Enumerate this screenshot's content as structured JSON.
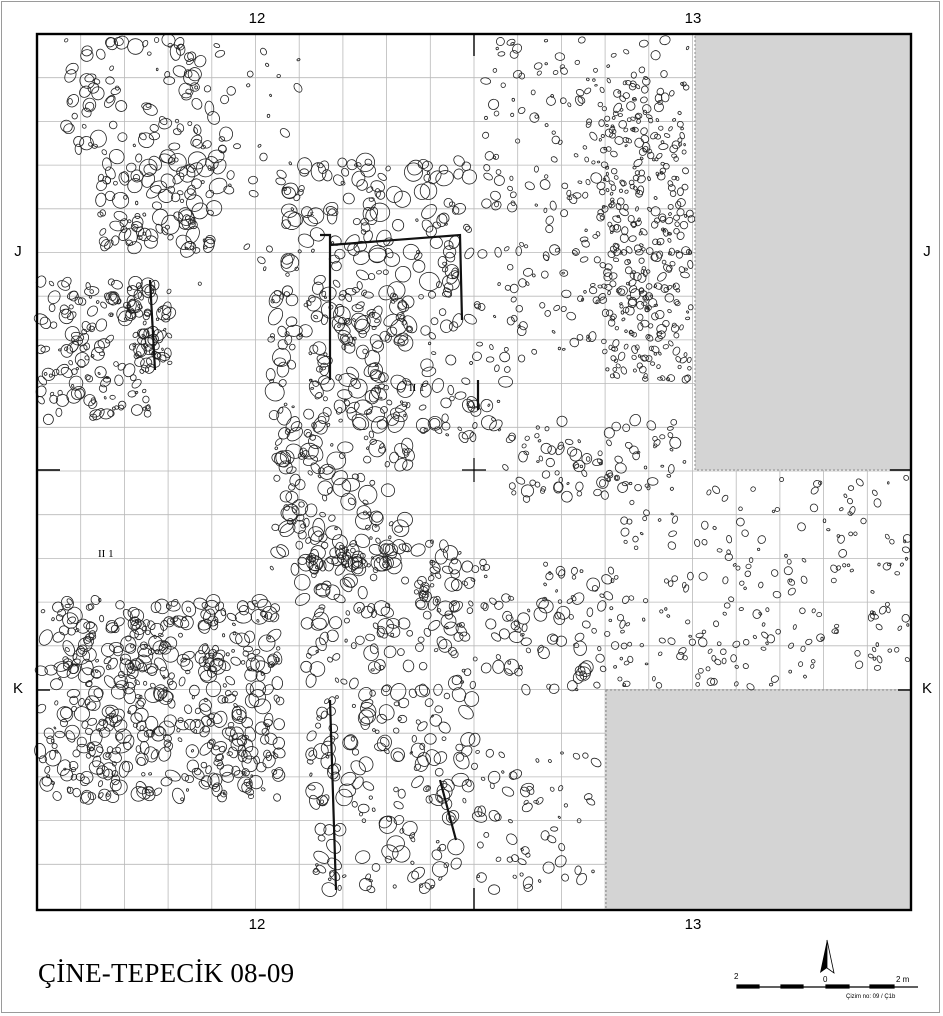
{
  "grid_refs": {
    "columns_top": [
      "12",
      "13"
    ],
    "columns_bottom": [
      "12",
      "13"
    ],
    "rows_left": [
      "J",
      "K"
    ],
    "rows_right": [
      "J",
      "K"
    ]
  },
  "plan": {
    "phase_labels": [
      "II 1",
      "II 1"
    ],
    "small_labels": [
      "K"
    ],
    "unexcavated_fill": "#d4d4d4",
    "stone_outline_color": "#222222"
  },
  "title": "ÇİNE-TEPECİK 08-09",
  "scale_bar": {
    "left_label": "2",
    "mid_label": "0",
    "right_label": "2 m"
  },
  "drawing_number": "Çizim no: 09 / Ç1b",
  "north_arrow": "north-arrow-icon"
}
